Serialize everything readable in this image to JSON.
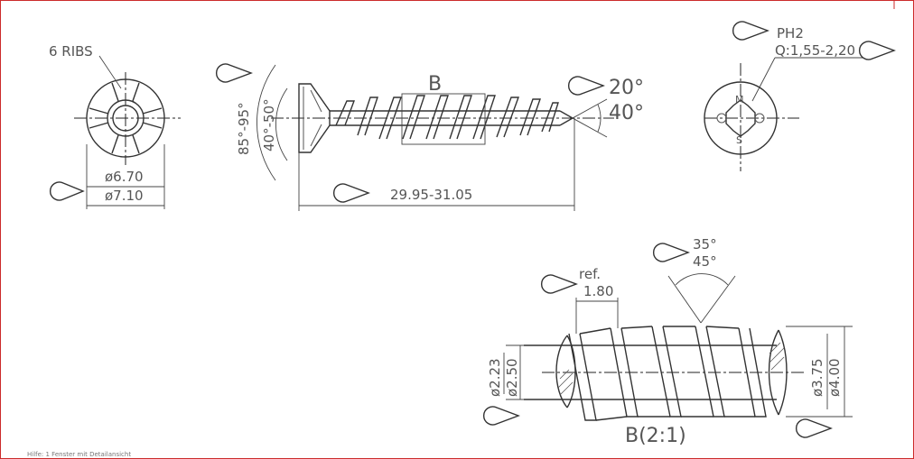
{
  "drawing": {
    "frame_color": "#cc2b2b",
    "line_color": "#333333",
    "text_color": "#555555"
  },
  "head_view": {
    "ribs_label": "6 RIBS",
    "dia_inner": "ø6.70",
    "dia_outer": "ø7.10"
  },
  "side_view": {
    "detail_label": "B",
    "angle_a": "85°-95°",
    "angle_b": "40°-50°",
    "tip_angle_a": "20°",
    "tip_angle_b": "40°",
    "length": "29.95-31.05"
  },
  "drive_view": {
    "drive_type": "PH2",
    "q_range": "Q:1,55-2,20",
    "mark_top": "M",
    "mark_bottom": "S"
  },
  "detail_view": {
    "ref_label": "ref.",
    "pitch": "1.80",
    "flank_a": "35°",
    "flank_b": "45°",
    "core_a": "ø2.23",
    "core_b": "ø2.50",
    "major_a": "ø3.75",
    "major_b": "ø4.00",
    "title": "B(2:1)"
  },
  "footer": {
    "note": "Hilfe: 1 Fenster mit Detailansicht"
  }
}
